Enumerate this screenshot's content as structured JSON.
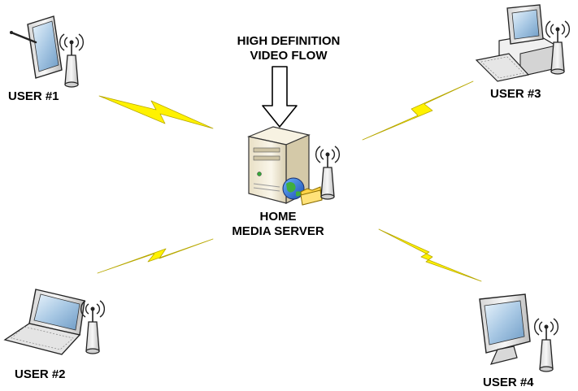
{
  "flow_label": {
    "line1": "HIGH DEFINITION",
    "line2": "VIDEO FLOW"
  },
  "server_label": {
    "line1": "HOME",
    "line2": "MEDIA SERVER"
  },
  "users": {
    "user1": "USER #1",
    "user2": "USER #2",
    "user3": "USER #3",
    "user4": "USER #4"
  },
  "colors": {
    "bolt": "#fff200",
    "device_body": "#e8e8e8",
    "screen": "#b9d7f0",
    "server_body": "#f2ecd8"
  },
  "icons": {
    "server": "server-tower-icon",
    "antenna": "wireless-antenna-icon",
    "tablet": "tablet-pc-icon",
    "laptop": "laptop-icon",
    "desktop": "desktop-computer-icon",
    "monitor": "lcd-monitor-icon",
    "globe": "globe-icon",
    "folder": "folder-icon",
    "bolt": "lightning-bolt-icon",
    "arrow": "down-arrow-icon"
  }
}
